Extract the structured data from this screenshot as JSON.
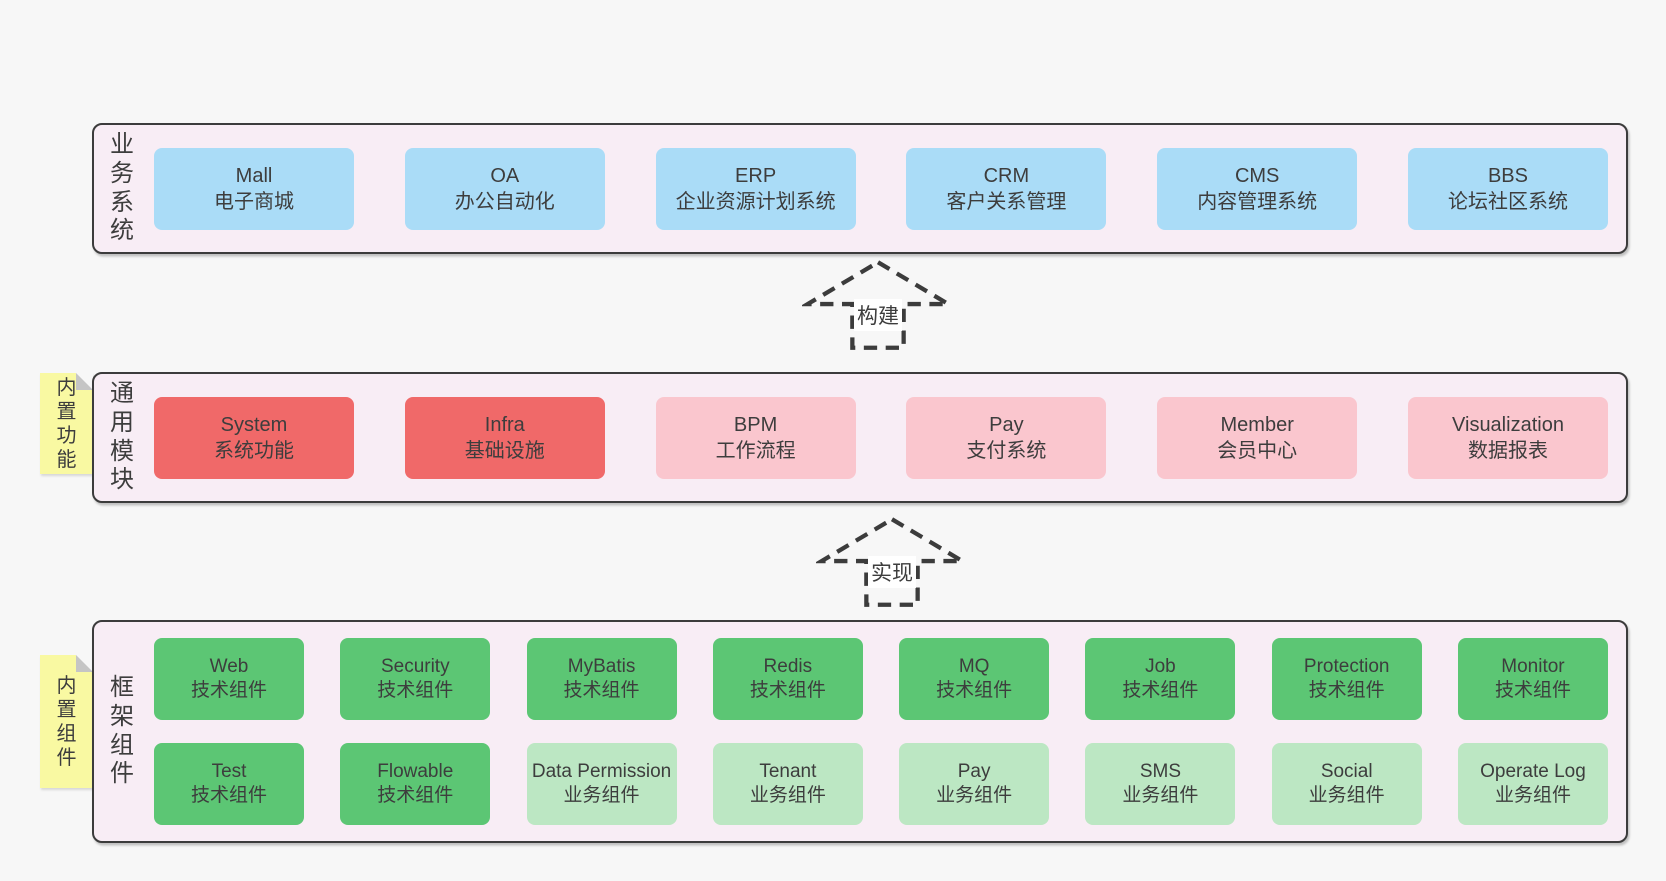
{
  "palette": {
    "page-bg": "#f7f7f7",
    "panel-bg": "#f8edf5",
    "panel-border": "#3c3c3c",
    "text": "#3d3d3d",
    "blue": "#aadcf7",
    "red": "#f06969",
    "pink": "#fac6ce",
    "green": "#5cc674",
    "green-light": "#bce7c3",
    "tag-yellow": "#f9f9a2",
    "tag-fold": "#c5c5c5"
  },
  "layers": {
    "business": {
      "label": "业务系统",
      "boxes": [
        {
          "title": "Mall",
          "subtitle": "电子商城",
          "variant": "blue"
        },
        {
          "title": "OA",
          "subtitle": "办公自动化",
          "variant": "blue"
        },
        {
          "title": "ERP",
          "subtitle": "企业资源计划系统",
          "variant": "blue"
        },
        {
          "title": "CRM",
          "subtitle": "客户关系管理",
          "variant": "blue"
        },
        {
          "title": "CMS",
          "subtitle": "内容管理系统",
          "variant": "blue"
        },
        {
          "title": "BBS",
          "subtitle": "论坛社区系统",
          "variant": "blue"
        }
      ]
    },
    "modules": {
      "label": "通用模块",
      "tag": "内置功能",
      "boxes": [
        {
          "title": "System",
          "subtitle": "系统功能",
          "variant": "red"
        },
        {
          "title": "Infra",
          "subtitle": "基础设施",
          "variant": "red"
        },
        {
          "title": "BPM",
          "subtitle": "工作流程",
          "variant": "pink"
        },
        {
          "title": "Pay",
          "subtitle": "支付系统",
          "variant": "pink"
        },
        {
          "title": "Member",
          "subtitle": "会员中心",
          "variant": "pink"
        },
        {
          "title": "Visualization",
          "subtitle": "数据报表",
          "variant": "pink"
        }
      ]
    },
    "framework": {
      "label": "框架组件",
      "tag": "内置组件",
      "rows": [
        [
          {
            "title": "Web",
            "subtitle": "技术组件",
            "variant": "green"
          },
          {
            "title": "Security",
            "subtitle": "技术组件",
            "variant": "green"
          },
          {
            "title": "MyBatis",
            "subtitle": "技术组件",
            "variant": "green"
          },
          {
            "title": "Redis",
            "subtitle": "技术组件",
            "variant": "green"
          },
          {
            "title": "MQ",
            "subtitle": "技术组件",
            "variant": "green"
          },
          {
            "title": "Job",
            "subtitle": "技术组件",
            "variant": "green"
          },
          {
            "title": "Protection",
            "subtitle": "技术组件",
            "variant": "green"
          },
          {
            "title": "Monitor",
            "subtitle": "技术组件",
            "variant": "green"
          }
        ],
        [
          {
            "title": "Test",
            "subtitle": "技术组件",
            "variant": "green"
          },
          {
            "title": "Flowable",
            "subtitle": "技术组件",
            "variant": "green"
          },
          {
            "title": "Data Permission",
            "subtitle": "业务组件",
            "variant": "green-light"
          },
          {
            "title": "Tenant",
            "subtitle": "业务组件",
            "variant": "green-light"
          },
          {
            "title": "Pay",
            "subtitle": "业务组件",
            "variant": "green-light"
          },
          {
            "title": "SMS",
            "subtitle": "业务组件",
            "variant": "green-light"
          },
          {
            "title": "Social",
            "subtitle": "业务组件",
            "variant": "green-light"
          },
          {
            "title": "Operate Log",
            "subtitle": "业务组件",
            "variant": "green-light"
          }
        ]
      ]
    }
  },
  "arrows": {
    "build": {
      "label": "构建"
    },
    "implement": {
      "label": "实现"
    }
  }
}
